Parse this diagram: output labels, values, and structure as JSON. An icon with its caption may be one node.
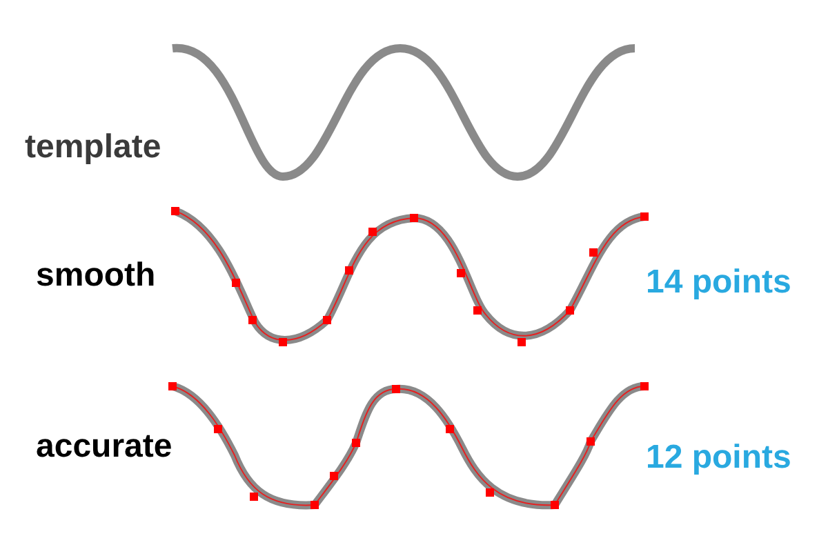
{
  "diagram": {
    "labels": [
      "template",
      "smooth",
      "14 points",
      "accurate",
      "12 points"
    ]
  }
}
